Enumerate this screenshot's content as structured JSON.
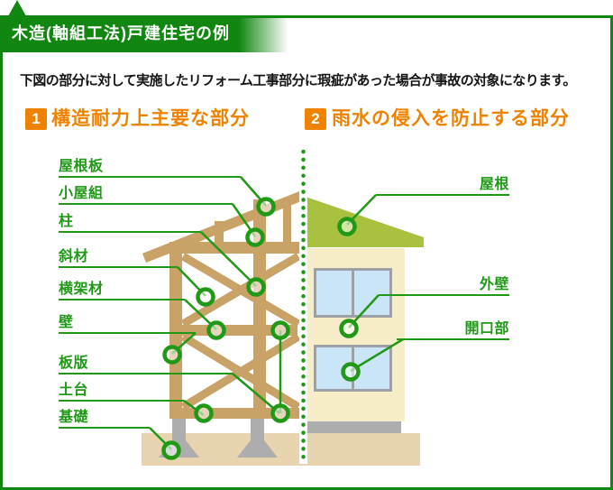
{
  "header": {
    "title": "木造(軸組工法)戸建住宅の例"
  },
  "description": "下図の部分に対して実施したリフォーム工事部分に瑕疵があった場合が事故の対象になります。",
  "sections": {
    "structural": {
      "number": "1",
      "heading": "構造耐力上主要な部分"
    },
    "rainwater": {
      "number": "2",
      "heading": "雨水の侵入を防止する部分"
    }
  },
  "labels_left": [
    "屋根板",
    "小屋組",
    "柱",
    "斜材",
    "横架材",
    "壁",
    "板版",
    "土台",
    "基礎"
  ],
  "labels_right": [
    "屋根",
    "外壁",
    "開口部"
  ],
  "colors": {
    "banner_green": "#118611",
    "accent_green": "#1F9916",
    "heading_orange": "#EF8200",
    "timber_tan": "#C8A266",
    "ground_tan": "#E8D4AE",
    "wall_cream": "#F7EDC9",
    "roof_green": "#A8C13E",
    "window_blue": "#C9E5F7",
    "window_frame_gray": "#9EA1A4",
    "footing_gray": "#ADADAD"
  }
}
